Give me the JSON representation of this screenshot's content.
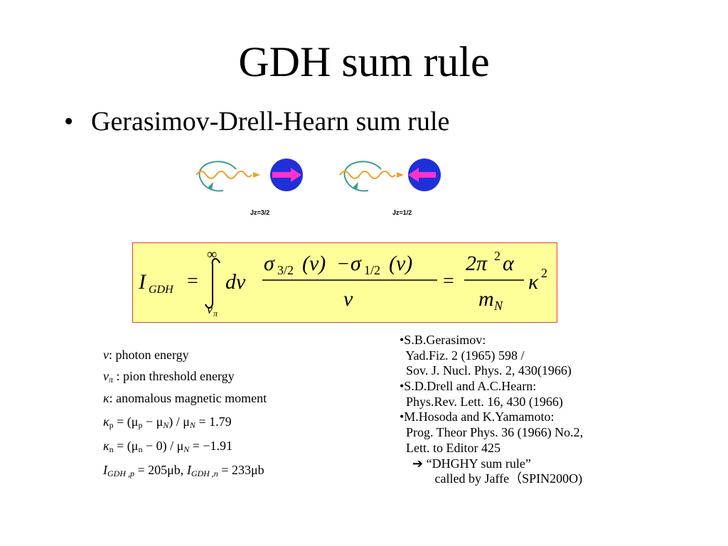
{
  "title": "GDH sum rule",
  "bullet": "Gerasimov-Drell-Hearn sum rule",
  "diagram": {
    "left_label": "Jz=3/2",
    "right_label": "Jz=1/2",
    "colors": {
      "photon": "#f0a020",
      "spin_curve": "#3a9e8e",
      "nucleon": "#2030d8",
      "arrow": "#ff33cc"
    }
  },
  "formula": {
    "lhs": "I",
    "lhs_sub": "GDH",
    "eq": "=",
    "integral_upper": "∞",
    "integral_lower": "ν",
    "integral_lower_sub": "π",
    "dnu": "dν",
    "num_sigma32": "σ",
    "sub_32": "3/2",
    "num_nu": "(ν)",
    "minus": "−",
    "num_sigma12": "σ",
    "sub_12": "1/2",
    "den": "ν",
    "rhs_num": "2π",
    "rhs_num_sup": "2",
    "rhs_alpha": "α",
    "rhs_den": "m",
    "rhs_den_sub": "N",
    "kappa": "κ",
    "kappa_sup": "2",
    "box_bg": "#ffff99",
    "box_border": "#e0403a"
  },
  "legend": {
    "nu": "ν",
    "nu_text": ": photon energy",
    "nupi": "ν",
    "nupi_sub": "π",
    "nupi_text": " :  pion threshold energy",
    "kappa": "κ",
    "kappa_text": ": anomalous magnetic moment",
    "kp": "κ",
    "kp_sub": "p",
    "kp_text": " = (μ",
    "kp_mu_sub": "p",
    "kp_text2": " − μ",
    "kp_muN_sub": "N",
    "kp_text3": ") / μ",
    "kp_muN2_sub": "N",
    "kp_value": " = 1.79",
    "kn": "κ",
    "kn_sub": "n",
    "kn_text": " = (μ",
    "kn_mu_sub": "n",
    "kn_text2": " − 0) / μ",
    "kn_muN_sub": "N",
    "kn_value": " = −1.91",
    "igdh": "I",
    "igdh_p_sub": "GDH ,p",
    "igdh_p_value": " = 205μb, ",
    "igdh_n": "I",
    "igdh_n_sub": "GDH ,n",
    "igdh_n_value": " = 233μb"
  },
  "references": [
    "•S.B.Gerasimov:",
    "  Yad.Fiz. 2 (1965) 598 /",
    "  Sov. J. Nucl. Phys. 2, 430(1966)",
    "•S.D.Drell and A.C.Hearn:",
    "  Phys.Rev. Lett. 16, 430 (1966)",
    "•M.Hosoda and K.Yamamoto:",
    "  Prog. Theor Phys. 36 (1966) No.2,",
    "  Lett. to Editor 425",
    "    ➔ “DHGHY sum rule”",
    "           called by Jaffe（SPIN200O)"
  ]
}
